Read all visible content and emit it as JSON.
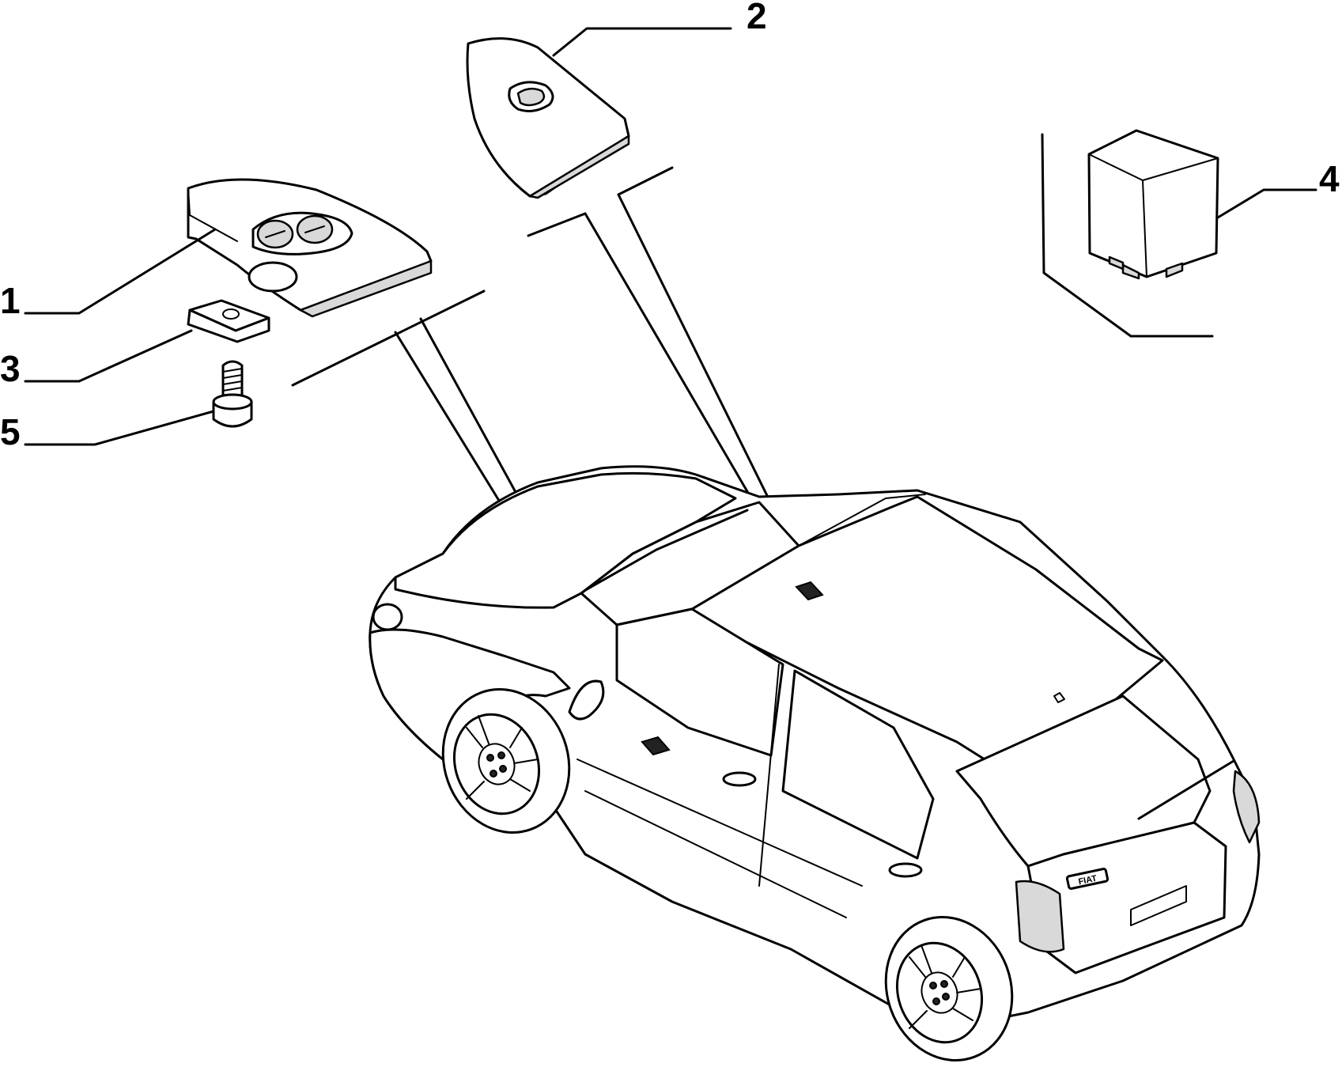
{
  "callouts": {
    "c1": "1",
    "c2": "2",
    "c3": "3",
    "c4": "4",
    "c5": "5"
  },
  "car_badge": "FIAT"
}
